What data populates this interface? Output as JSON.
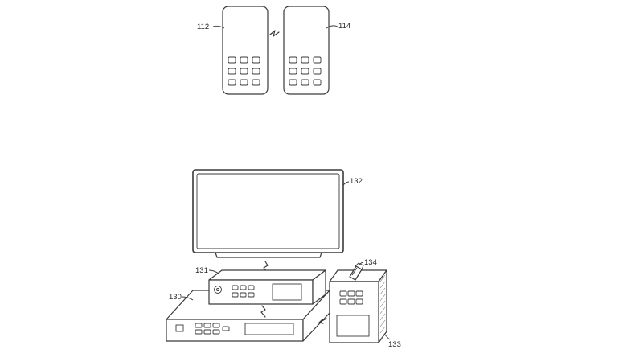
{
  "labels": {
    "phone_a": "112",
    "phone_b": "114",
    "display": "132",
    "set_top_box": "131",
    "receiver": "130",
    "wall_unit": "133",
    "dongle": "134"
  }
}
